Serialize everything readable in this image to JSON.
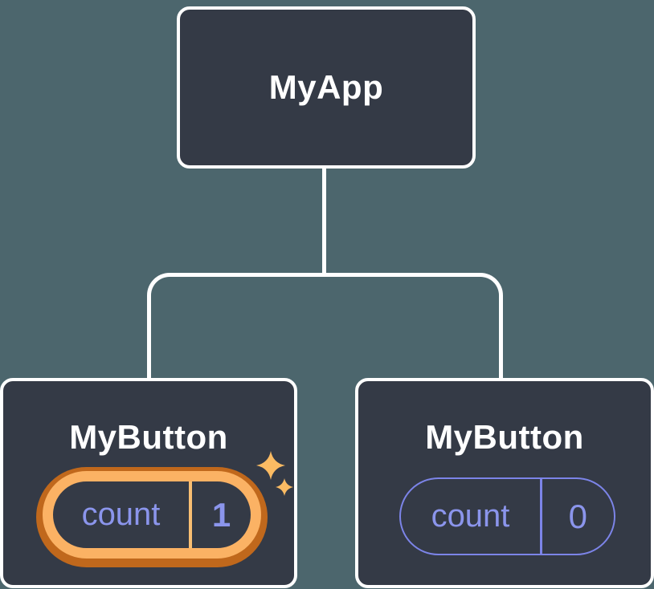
{
  "tree": {
    "root": {
      "label": "MyApp"
    },
    "children": [
      {
        "label": "MyButton",
        "state": {
          "key": "count",
          "value": "1"
        },
        "highlighted": true
      },
      {
        "label": "MyButton",
        "state": {
          "key": "count",
          "value": "0"
        },
        "highlighted": false
      }
    ]
  },
  "icons": [
    {
      "name": "sparkle-icon",
      "meaning": "state updated highlight"
    }
  ],
  "colors": {
    "background": "#4C666D",
    "node_fill": "#343A46",
    "node_border": "#FFFFFF",
    "title_text": "#FFFFFF",
    "state_text": "#8B95EC",
    "state_border": "#7C84E8",
    "hl_outer": "#C0681C",
    "hl_inner": "#FBB264",
    "hl_divider": "#F9BE72",
    "sparkle": "#FBBB63"
  }
}
